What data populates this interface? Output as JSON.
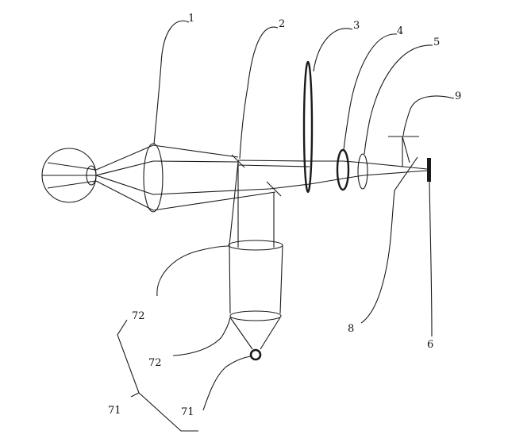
{
  "figure": {
    "labels": {
      "l1": "1",
      "l2": "2",
      "l3": "3",
      "l4": "4",
      "l5": "5",
      "l9": "9",
      "l8": "8",
      "l6": "6",
      "l72a": "72",
      "l72b": "72",
      "l71a": "71",
      "l71b": "71"
    }
  },
  "colors": {
    "ink": "#1a1a1a",
    "background": "#ffffff"
  }
}
